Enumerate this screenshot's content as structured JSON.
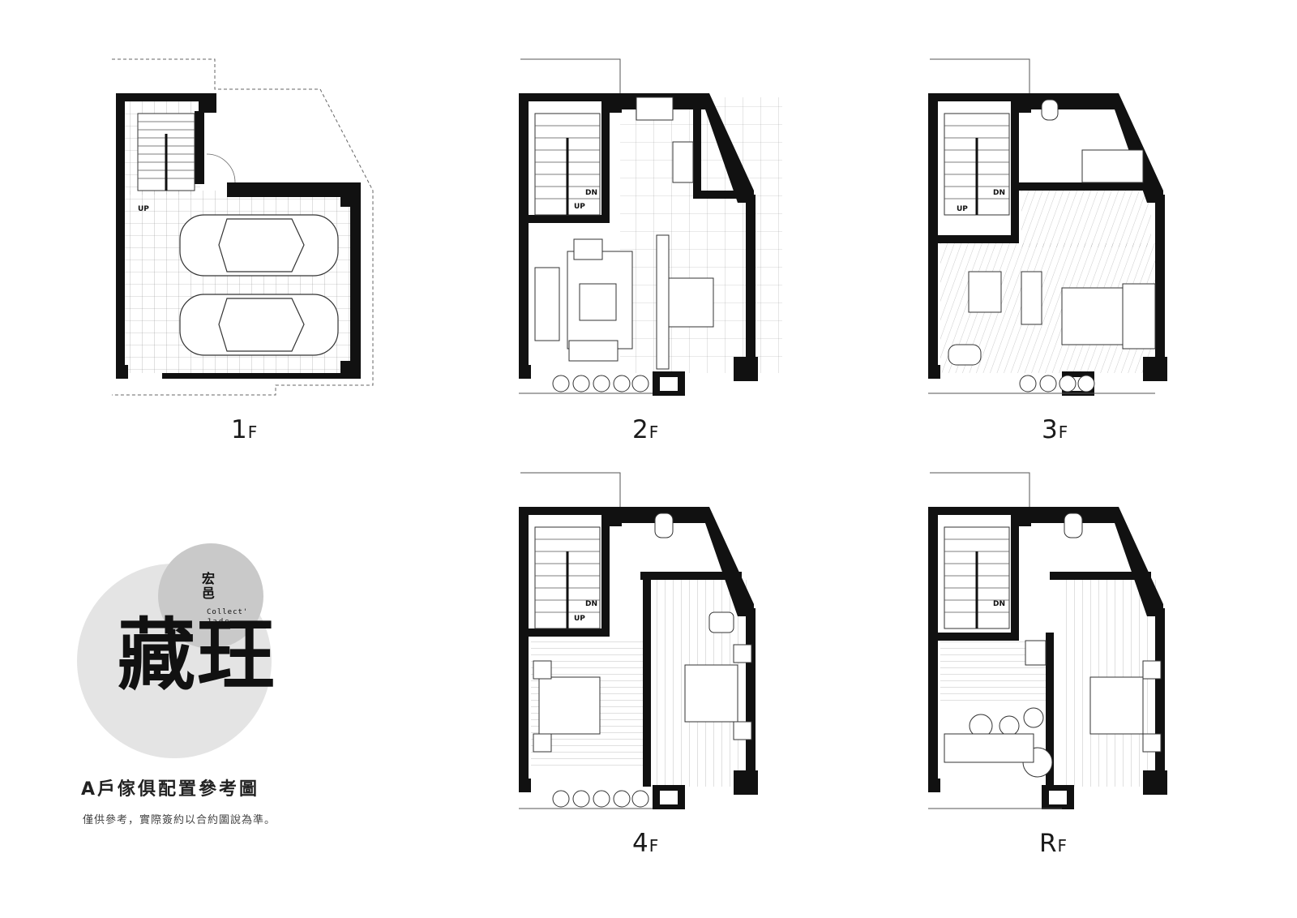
{
  "floors": [
    {
      "id": "1f",
      "number": "1",
      "suffix": "F"
    },
    {
      "id": "2f",
      "number": "2",
      "suffix": "F"
    },
    {
      "id": "3f",
      "number": "3",
      "suffix": "F"
    },
    {
      "id": "4f",
      "number": "4",
      "suffix": "F"
    },
    {
      "id": "rf",
      "number": "R",
      "suffix": "F"
    }
  ],
  "stair_labels": {
    "up": "UP",
    "dn": "DN"
  },
  "logo": {
    "brand_cn": "宏邑",
    "brand_en_1": "Collect'",
    "brand_en_2": "Jade",
    "project_name": "藏玨"
  },
  "caption": "A戶傢俱配置參考圖",
  "note": "僅供參考，實際簽約以合約圖說為準。",
  "colors": {
    "wall": "#111111",
    "line": "#555555",
    "circle_light": "#e4e4e4",
    "circle_dark": "#c9c9c9"
  }
}
